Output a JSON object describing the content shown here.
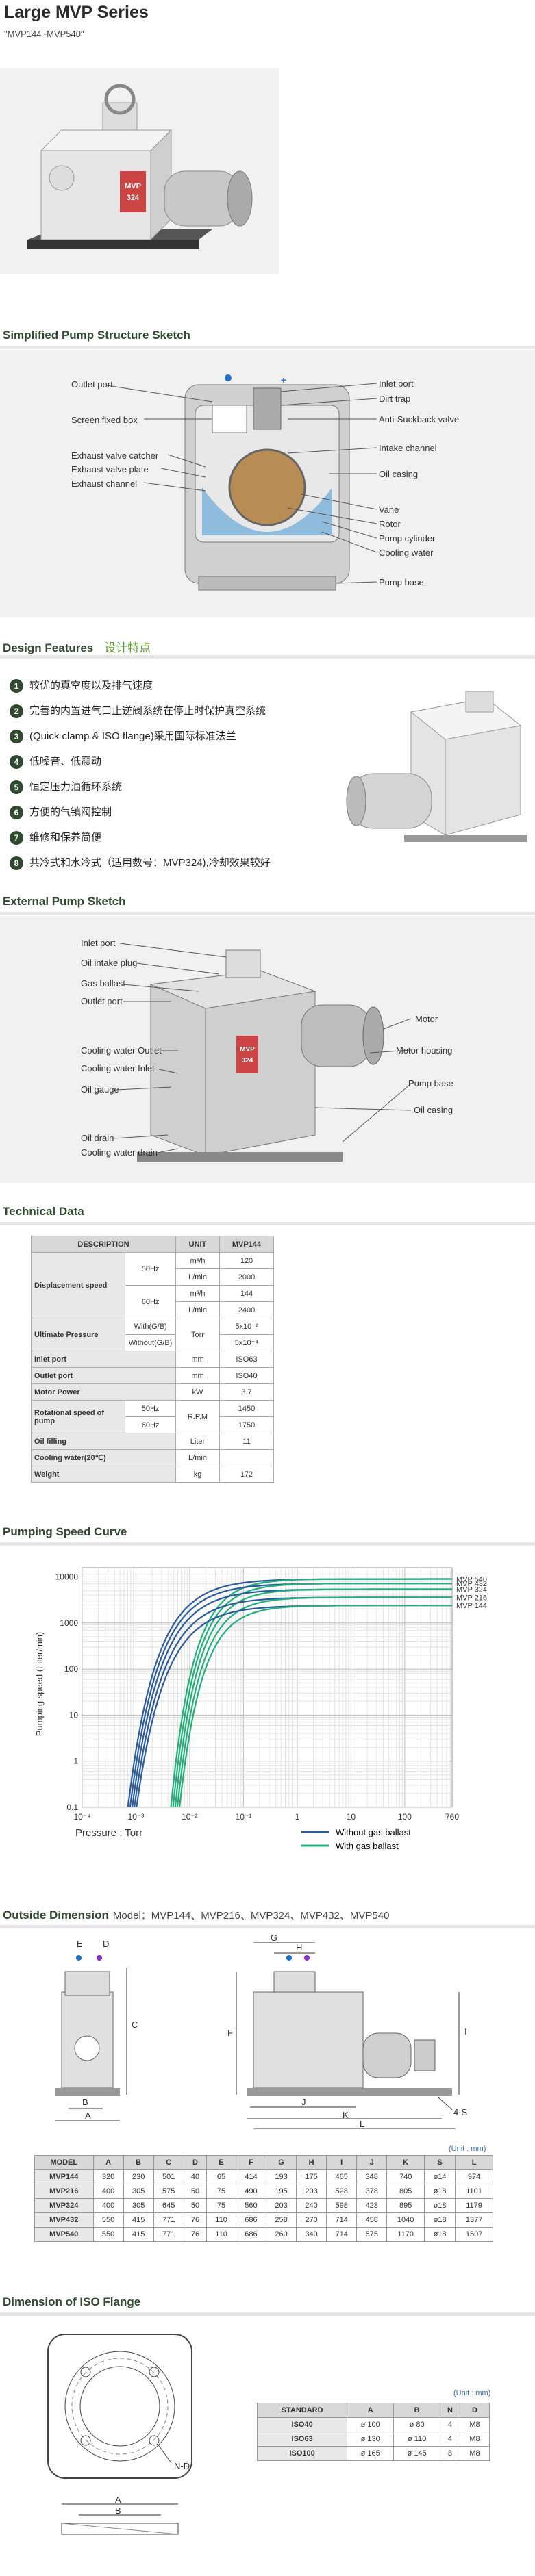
{
  "header": {
    "title": "Large MVP Series",
    "subtitle": "\"MVP144~MVP540\""
  },
  "hero": {
    "badge": "MVP\n324"
  },
  "sketch1": {
    "title": "Simplified Pump Structure Sketch",
    "left_labels": [
      "Outlet port",
      "Screen fixed box",
      "Exhaust valve catcher",
      "Exhaust valve plate",
      "Exhaust channel"
    ],
    "right_labels": [
      "Inlet port",
      "Dirt trap",
      "Anti-Suckback valve",
      "Intake channel",
      "Oil casing",
      "Vane",
      "Rotor",
      "Pump cylinder",
      "Cooling water",
      "Pump base"
    ]
  },
  "features": {
    "title": "Design Features",
    "title_cn": "设计特点",
    "items": [
      {
        "n": "1",
        "text": "较优的真空度以及排气速度"
      },
      {
        "n": "2",
        "text": "完善的内置进气口止逆阀系统在停止时保护真空系统"
      },
      {
        "n": "3",
        "text": "(Quick clamp & ISO flange)采用国际标准法兰"
      },
      {
        "n": "4",
        "text": "低噪音、低震动"
      },
      {
        "n": "5",
        "text": "恒定压力油循环系统"
      },
      {
        "n": "6",
        "text": "方便的气镇阀控制"
      },
      {
        "n": "7",
        "text": "维修和保养简便"
      },
      {
        "n": "8",
        "text": "共冷式和水冷式（适用数号：MVP324),冷却效果较好"
      }
    ]
  },
  "sketch2": {
    "title": "External Pump Sketch",
    "left_labels": [
      "Inlet port",
      "Oil intake plug",
      "Gas ballast",
      "Outlet port",
      "Cooling water Outlet",
      "Cooling water Inlet",
      "Oil gauge",
      "Oil drain",
      "Cooling water drain"
    ],
    "right_labels": [
      "Motor",
      "Motor housing",
      "Pump base",
      "Oil casing"
    ],
    "badge": "MVP\n324"
  },
  "tech": {
    "title": "Technical Data",
    "head": [
      "DESCRIPTION",
      "UNIT",
      "MVP144"
    ],
    "disp": {
      "label": "Displacement speed",
      "f50": "50Hz",
      "f60": "60Hz",
      "u1": "m³/h",
      "v1": "120",
      "u2": "L/min",
      "v2": "2000",
      "u3": "m³/h",
      "v3": "144",
      "u4": "L/min",
      "v4": "2400"
    },
    "ult": {
      "label": "Ultimate Pressure",
      "w": "With(G/B)",
      "wo": "Without(G/B)",
      "unit": "Torr",
      "vw": "5x10⁻²",
      "vwo": "5x10⁻⁴"
    },
    "rows1": [
      {
        "label": "Inlet port",
        "unit": "mm",
        "val": "ISO63"
      },
      {
        "label": "Outlet port",
        "unit": "mm",
        "val": "ISO40"
      },
      {
        "label": "Motor Power",
        "unit": "kW",
        "val": "3.7"
      }
    ],
    "rot": {
      "label": "Rotational speed of pump",
      "f50": "50Hz",
      "f60": "60Hz",
      "unit": "R.P.M",
      "v50": "1450",
      "v60": "1750"
    },
    "rows2": [
      {
        "label": "Oil filling",
        "unit": "Liter",
        "val": "11"
      },
      {
        "label": "Cooling water(20℃)",
        "unit": "L/min",
        "val": ""
      },
      {
        "label": "Weight",
        "unit": "kg",
        "val": "172"
      }
    ]
  },
  "curve": {
    "title": "Pumping Speed Curve",
    "chart_data": {
      "type": "line",
      "xlabel": "Pressure : Torr",
      "ylabel": "Pumping speed (Liter/min)",
      "x_ticks": [
        "10⁻⁴",
        "10⁻³",
        "10⁻²",
        "10⁻¹",
        "1",
        "10",
        "100",
        "760"
      ],
      "y_ticks": [
        "10000",
        "1000",
        "100",
        "10",
        "1",
        "0.1"
      ],
      "series": [
        {
          "name": "MVP 540",
          "capacity": 9000
        },
        {
          "name": "MVP 432",
          "capacity": 7200
        },
        {
          "name": "MVP 324",
          "capacity": 5400
        },
        {
          "name": "MVP 216",
          "capacity": 3600
        },
        {
          "name": "MVP 144",
          "capacity": 2400
        }
      ],
      "legend": [
        "Without gas ballast",
        "With gas ballast"
      ],
      "colors": {
        "without": "#2b5b9e",
        "with": "#22b07a"
      }
    }
  },
  "outside": {
    "title": "Outside Dimension",
    "models": "Model：MVP144、MVP216、MVP324、MVP432、MVP540",
    "letters": [
      "E",
      "D",
      "B",
      "A",
      "G",
      "H",
      "C",
      "F",
      "J",
      "K",
      "L",
      "I",
      "4-S"
    ],
    "unit": "(Unit : mm)",
    "head": [
      "MODEL",
      "A",
      "B",
      "C",
      "D",
      "E",
      "F",
      "G",
      "H",
      "I",
      "J",
      "K",
      "S",
      "L"
    ],
    "rows": [
      [
        "MVP144",
        "320",
        "230",
        "501",
        "40",
        "65",
        "414",
        "193",
        "175",
        "465",
        "348",
        "740",
        "ø14",
        "974"
      ],
      [
        "MVP216",
        "400",
        "305",
        "575",
        "50",
        "75",
        "490",
        "195",
        "203",
        "528",
        "378",
        "805",
        "ø18",
        "1101"
      ],
      [
        "MVP324",
        "400",
        "305",
        "645",
        "50",
        "75",
        "560",
        "203",
        "240",
        "598",
        "423",
        "895",
        "ø18",
        "1179"
      ],
      [
        "MVP432",
        "550",
        "415",
        "771",
        "76",
        "110",
        "686",
        "258",
        "270",
        "714",
        "458",
        "1040",
        "ø18",
        "1377"
      ],
      [
        "MVP540",
        "550",
        "415",
        "771",
        "76",
        "110",
        "686",
        "260",
        "340",
        "714",
        "575",
        "1170",
        "ø18",
        "1507"
      ]
    ]
  },
  "iso": {
    "title": "Dimension of ISO Flange",
    "letters": [
      "A",
      "B",
      "N-D"
    ],
    "unit": "(Unit : mm)",
    "head": [
      "STANDARD",
      "A",
      "B",
      "N",
      "D"
    ],
    "rows": [
      [
        "ISO40",
        "ø 100",
        "ø 80",
        "4",
        "M8"
      ],
      [
        "ISO63",
        "ø 130",
        "ø 110",
        "4",
        "M8"
      ],
      [
        "ISO100",
        "ø 165",
        "ø 145",
        "8",
        "M8"
      ]
    ]
  }
}
